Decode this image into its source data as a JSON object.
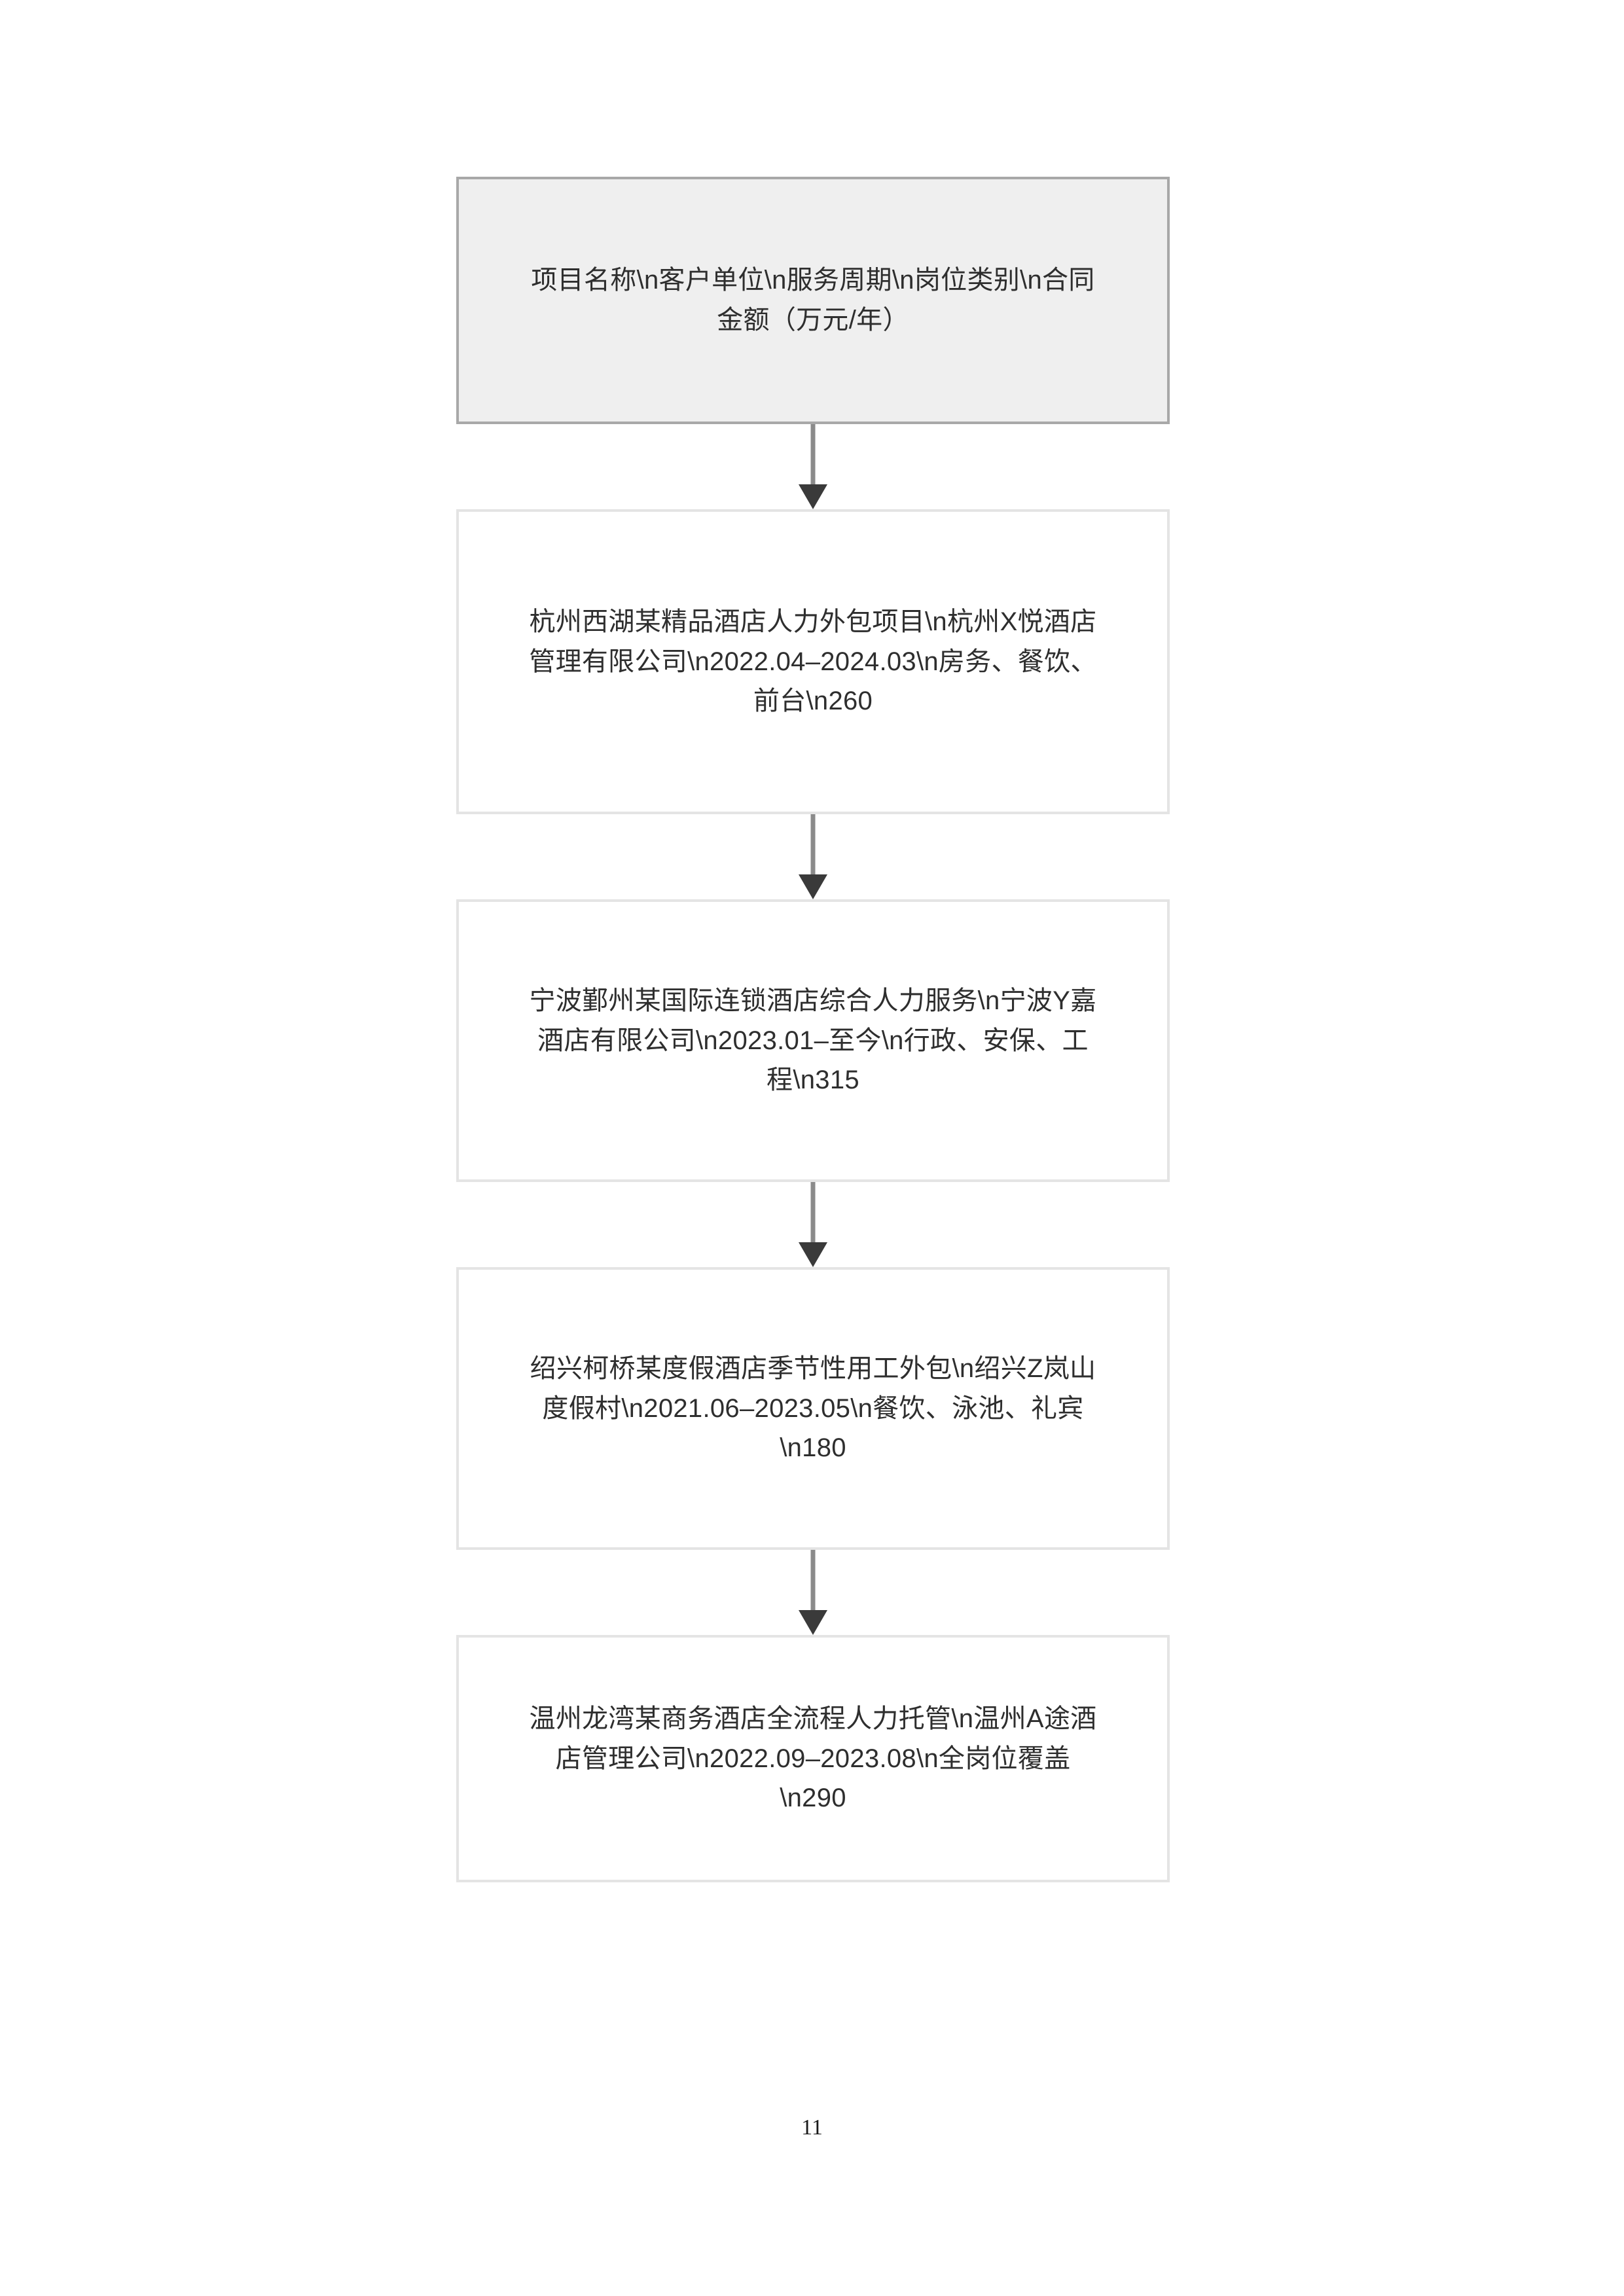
{
  "document": {
    "page_number": "11",
    "background_color": "#ffffff"
  },
  "flowchart": {
    "type": "vertical-flow",
    "accent_colors": {
      "header_fill": "#efefef",
      "header_border": "#a8a8a8",
      "node_fill": "#ffffff",
      "node_border": "#e4e4e4",
      "connector_line": "#8b8b8b",
      "connector_arrowhead": "#3a3a3a",
      "text": "#2e2e2e"
    },
    "nodes": [
      {
        "id": "header",
        "role": "column-legend",
        "text": "项目名称\\n客户单位\\n服务周期\\n岗位类别\\n合同金额（万元/年）"
      },
      {
        "id": "project-1",
        "role": "record",
        "text": "杭州西湖某精品酒店人力外包项目\\n杭州X悦酒店管理有限公司\\n2022.04–2024.03\\n房务、餐饮、前台\\n260"
      },
      {
        "id": "project-2",
        "role": "record",
        "text": "宁波鄞州某国际连锁酒店综合人力服务\\n宁波Y嘉酒店有限公司\\n2023.01–至今\\n行政、安保、工程\\n315"
      },
      {
        "id": "project-3",
        "role": "record",
        "text": "绍兴柯桥某度假酒店季节性用工外包\\n绍兴Z岚山度假村\\n2021.06–2023.05\\n餐饮、泳池、礼宾\\n180"
      },
      {
        "id": "project-4",
        "role": "record",
        "text": "温州龙湾某商务酒店全流程人力托管\\n温州A途酒店管理公司\\n2022.09–2023.08\\n全岗位覆盖\\n290"
      }
    ],
    "connectors": [
      {
        "from": "header",
        "to": "project-1",
        "style": "arrow-down"
      },
      {
        "from": "project-1",
        "to": "project-2",
        "style": "arrow-down"
      },
      {
        "from": "project-2",
        "to": "project-3",
        "style": "arrow-down"
      },
      {
        "from": "project-3",
        "to": "project-4",
        "style": "arrow-down"
      }
    ]
  }
}
